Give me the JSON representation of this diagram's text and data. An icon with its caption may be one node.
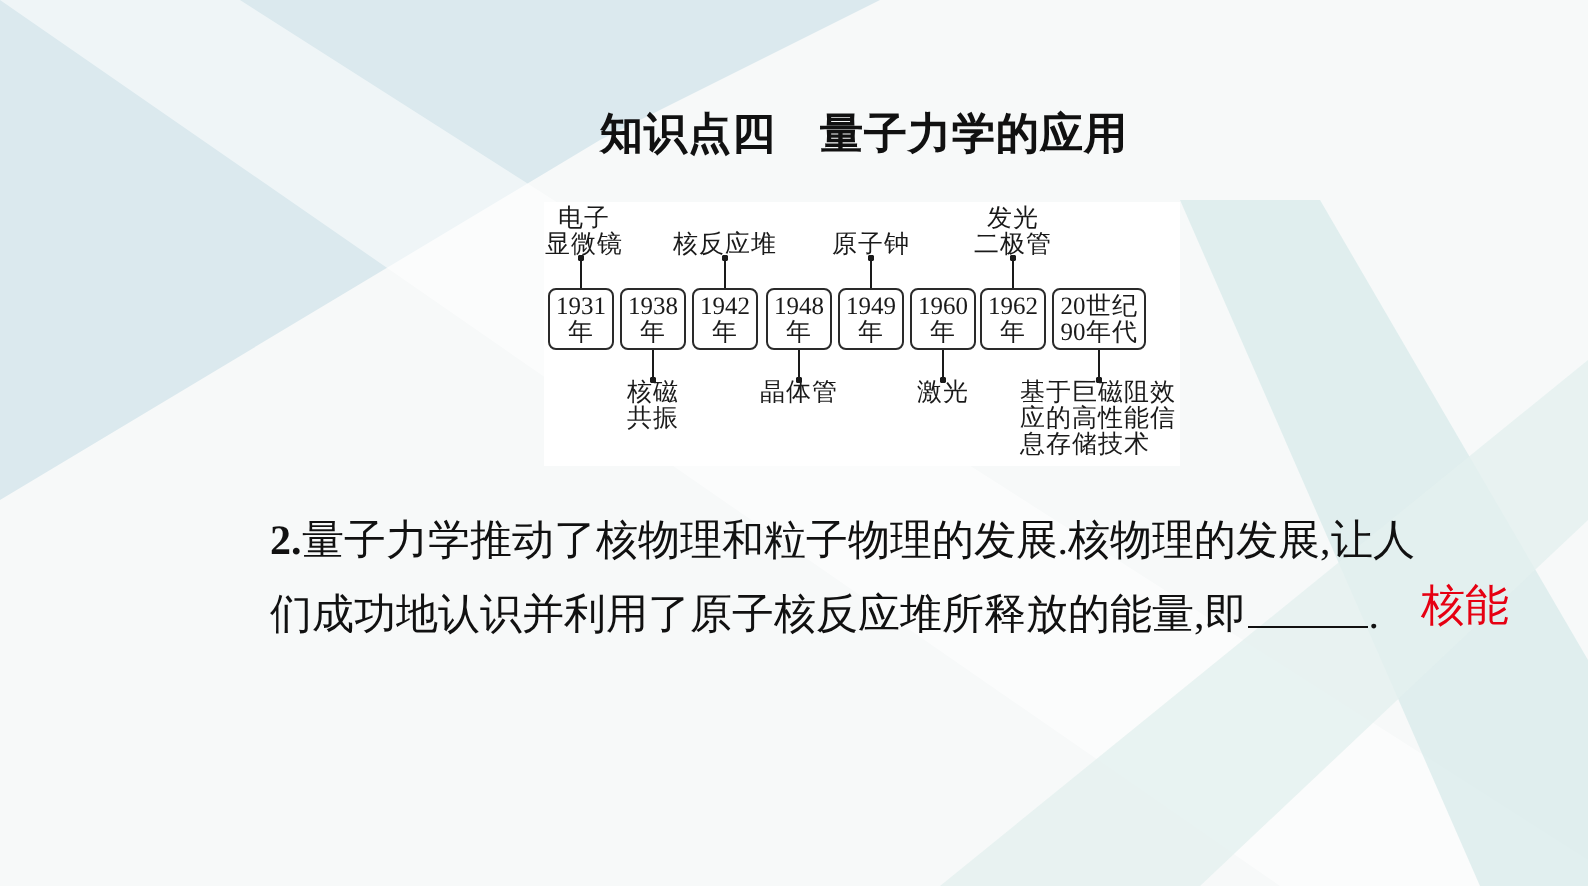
{
  "diagram": {
    "title": "知识点四　量子力学的应用",
    "nodes": [
      {
        "text": [
          "电子显微镜"
        ]
      },
      {
        "text": [
          "核反应堆"
        ]
      },
      {
        "text": [
          "原子钟"
        ]
      },
      {
        "text": [
          "发光二极管"
        ]
      },
      {
        "text": [
          "1931年"
        ]
      },
      {
        "text": [
          "1938年"
        ]
      },
      {
        "text": [
          "1942年"
        ]
      },
      {
        "text": [
          "1948年"
        ]
      },
      {
        "text": [
          "1949年"
        ]
      },
      {
        "text": [
          "1960年"
        ]
      },
      {
        "text": [
          "1962年"
        ]
      },
      {
        "text": [
          "20世纪90年代"
        ]
      },
      {
        "text": [
          "核磁共振"
        ]
      },
      {
        "text": [
          "晶体管"
        ]
      },
      {
        "text": [
          "激光"
        ]
      },
      {
        "text": [
          "基于巨磁阻效应的高性能信息存储技术"
        ]
      }
    ],
    "edges": [
      {
        "from": 4,
        "to": 0,
        "arrow": "other"
      },
      {
        "from": 5,
        "to": 12,
        "arrow": "other"
      },
      {
        "from": 6,
        "to": 1,
        "arrow": "other"
      },
      {
        "from": 7,
        "to": 13,
        "arrow": "other"
      },
      {
        "from": 8,
        "to": 2,
        "arrow": "other"
      },
      {
        "from": 9,
        "to": 14,
        "arrow": "other"
      },
      {
        "from": 10,
        "to": 3,
        "arrow": "other"
      },
      {
        "from": 11,
        "to": 15,
        "arrow": "other"
      }
    ],
    "labels": [
      "**2.**量子力学推动了核物理和粒子物理的发展.核物理的发展,让人们成功地认识并利用了原子核反应堆所释放的能量,即",
      ".",
      "核能"
    ]
  }
}
